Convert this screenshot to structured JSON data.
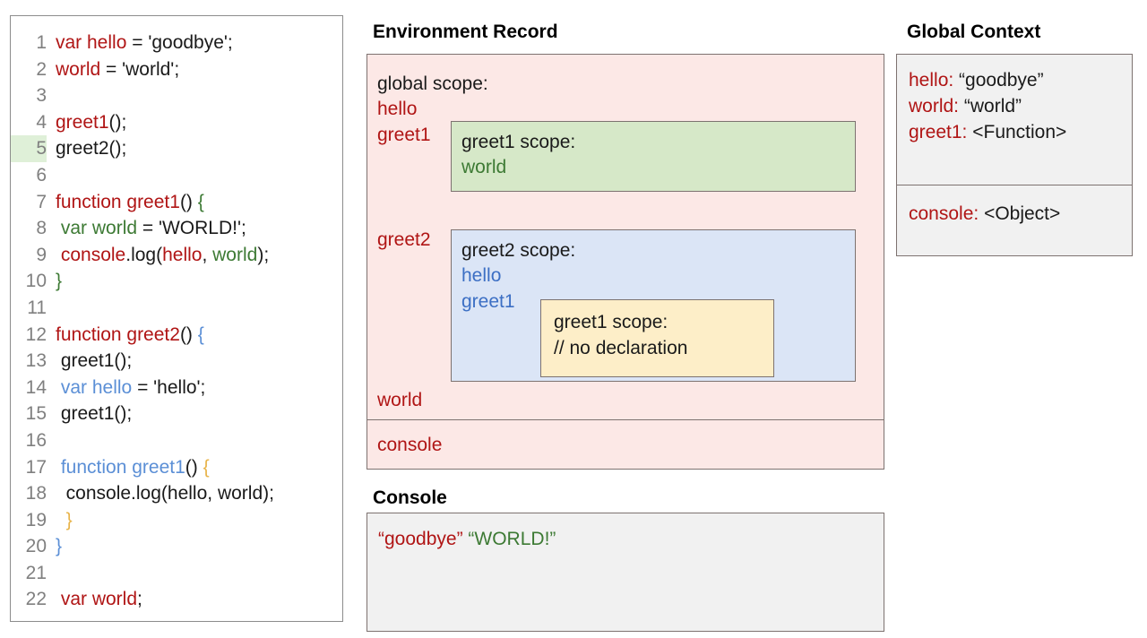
{
  "code_panel": {
    "name": "source-code-editor",
    "highlighted_line": 5,
    "lines": [
      {
        "n": "1",
        "tokens": [
          {
            "t": "var hello",
            "c": "red"
          },
          {
            "t": " = 'goodbye';",
            "c": "black"
          }
        ]
      },
      {
        "n": "2",
        "tokens": [
          {
            "t": "world",
            "c": "red"
          },
          {
            "t": " = 'world';",
            "c": "black"
          }
        ]
      },
      {
        "n": "3",
        "tokens": []
      },
      {
        "n": "4",
        "tokens": [
          {
            "t": "greet1",
            "c": "red"
          },
          {
            "t": "();",
            "c": "black"
          }
        ]
      },
      {
        "n": "5",
        "tokens": [
          {
            "t": "greet2();",
            "c": "black"
          }
        ]
      },
      {
        "n": "6",
        "tokens": []
      },
      {
        "n": "7",
        "tokens": [
          {
            "t": "function greet1",
            "c": "red"
          },
          {
            "t": "() ",
            "c": "black"
          },
          {
            "t": "{",
            "c": "green"
          }
        ]
      },
      {
        "n": "8",
        "tokens": [
          {
            "t": " ",
            "c": "black"
          },
          {
            "t": "var world",
            "c": "green"
          },
          {
            "t": " = 'WORLD!';",
            "c": "black"
          }
        ]
      },
      {
        "n": "9",
        "tokens": [
          {
            "t": " ",
            "c": "black"
          },
          {
            "t": "console",
            "c": "red"
          },
          {
            "t": ".log(",
            "c": "black"
          },
          {
            "t": "hello",
            "c": "red"
          },
          {
            "t": ", ",
            "c": "black"
          },
          {
            "t": "world",
            "c": "green"
          },
          {
            "t": ");",
            "c": "black"
          }
        ]
      },
      {
        "n": "10",
        "tokens": [
          {
            "t": "}",
            "c": "green"
          }
        ]
      },
      {
        "n": "11",
        "tokens": []
      },
      {
        "n": "12",
        "tokens": [
          {
            "t": "function greet2",
            "c": "red"
          },
          {
            "t": "() ",
            "c": "black"
          },
          {
            "t": "{",
            "c": "blue"
          }
        ]
      },
      {
        "n": "13",
        "tokens": [
          {
            "t": " greet1();",
            "c": "black"
          }
        ]
      },
      {
        "n": "14",
        "tokens": [
          {
            "t": " ",
            "c": "black"
          },
          {
            "t": "var hello",
            "c": "blue"
          },
          {
            "t": " = 'hello';",
            "c": "black"
          }
        ]
      },
      {
        "n": "15",
        "tokens": [
          {
            "t": " greet1();",
            "c": "black"
          }
        ]
      },
      {
        "n": "16",
        "tokens": []
      },
      {
        "n": "17",
        "tokens": [
          {
            "t": " ",
            "c": "black"
          },
          {
            "t": "function greet1",
            "c": "blue"
          },
          {
            "t": "() ",
            "c": "black"
          },
          {
            "t": "{",
            "c": "yellow"
          }
        ]
      },
      {
        "n": "18",
        "tokens": [
          {
            "t": "  console.log(hello, world);",
            "c": "black"
          }
        ]
      },
      {
        "n": "19",
        "tokens": [
          {
            "t": "  ",
            "c": "black"
          },
          {
            "t": "}",
            "c": "yellow"
          }
        ]
      },
      {
        "n": "20",
        "tokens": [
          {
            "t": "}",
            "c": "blue"
          }
        ]
      },
      {
        "n": "21",
        "tokens": []
      },
      {
        "n": "22",
        "tokens": [
          {
            "t": " var world",
            "c": "red"
          },
          {
            "t": ";",
            "c": "black"
          }
        ]
      }
    ]
  },
  "environment_record": {
    "title": "Environment Record",
    "global_scope_label": "global scope:",
    "global_bindings": [
      "hello",
      "greet1",
      "greet2",
      "world"
    ],
    "console_binding": "console",
    "greet1_scope": {
      "title": "greet1 scope:",
      "bindings": [
        "world"
      ]
    },
    "greet2_scope": {
      "title": "greet2 scope:",
      "bindings": [
        "hello",
        "greet1"
      ]
    },
    "greet1_inner_scope": {
      "title": "greet1 scope:",
      "note": "// no declaration"
    }
  },
  "global_context": {
    "title": "Global Context",
    "variables": [
      {
        "key": "hello:",
        "value": "“goodbye”"
      },
      {
        "key": "world:",
        "value": "“world”"
      },
      {
        "key": "greet1:",
        "value": "<Function>"
      }
    ],
    "objects": [
      {
        "key": "console:",
        "value": "<Object>"
      }
    ]
  },
  "console": {
    "title": "Console",
    "output": [
      {
        "text": "“goodbye”",
        "color": "red"
      },
      {
        "text": "“WORLD!”",
        "color": "green"
      }
    ]
  },
  "colors": {
    "global_scope_bg": "#fce8e6",
    "greet1_scope_bg": "#d6e8c8",
    "greet2_scope_bg": "#dbe5f6",
    "greet1_inner_bg": "#fdeec8",
    "panel_bg": "#f1f1f1",
    "border": "#7d7270",
    "red_token": "#b01515",
    "green_token": "#3d7a34",
    "blue_token": "#3c6fc4",
    "yellow_token": "#e8b44a",
    "line_highlight": "#dff0d8"
  }
}
